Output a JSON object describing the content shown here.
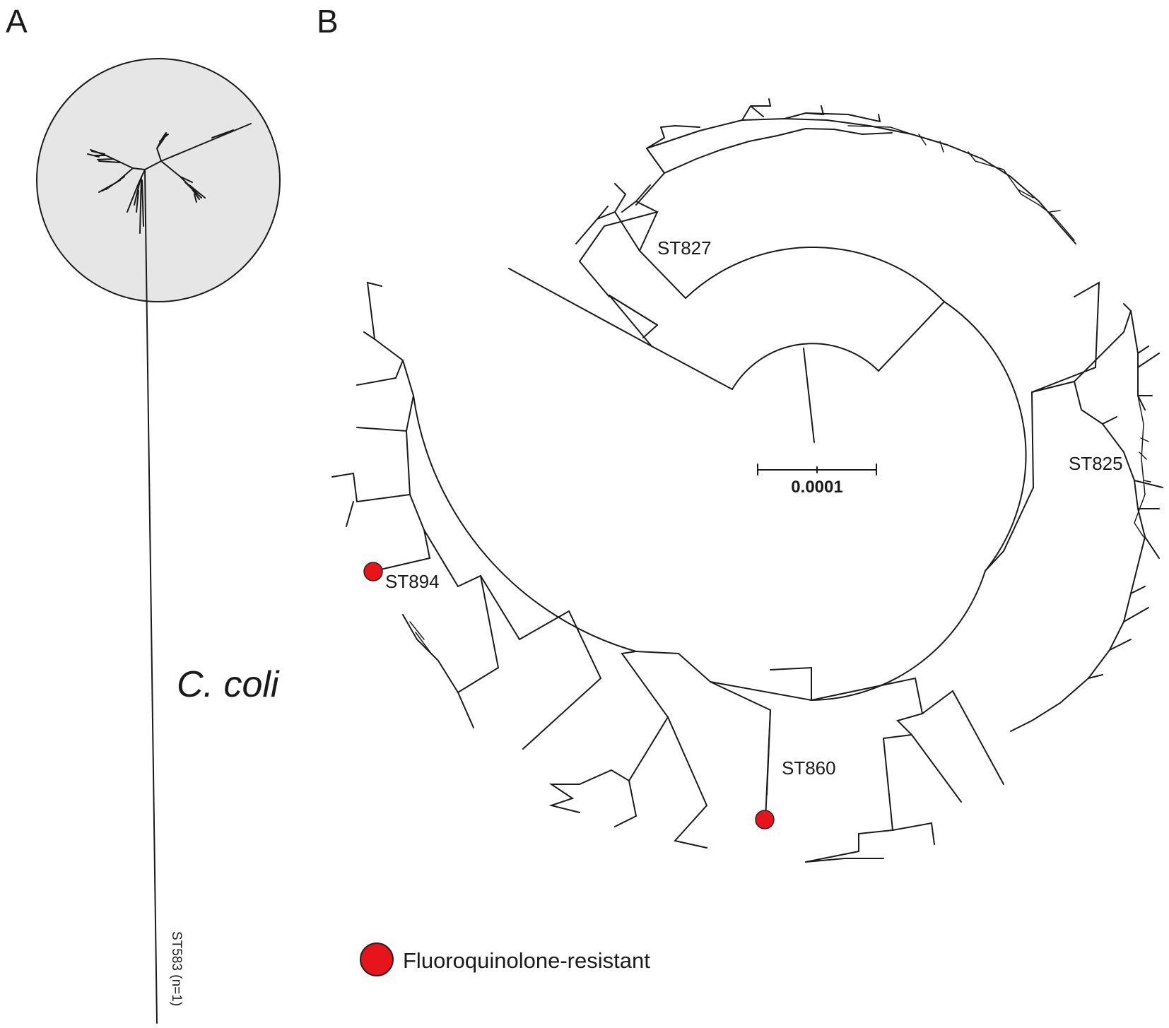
{
  "panels": {
    "a": "A",
    "b": "B"
  },
  "panel_a": {
    "species_label": "C. coli",
    "outgroup_label": "ST583 (n=1)"
  },
  "panel_b": {
    "clade_labels": {
      "st827": "ST827",
      "st825": "ST825",
      "st894": "ST894",
      "st860": "ST860"
    },
    "scale_bar_label": "0.0001"
  },
  "legend": {
    "label": "Fluoroquinolone-resistant"
  },
  "colors": {
    "resistant_marker": "#e8141c",
    "circle_fill": "#e6e6e6",
    "line": "#1a1a1a"
  }
}
